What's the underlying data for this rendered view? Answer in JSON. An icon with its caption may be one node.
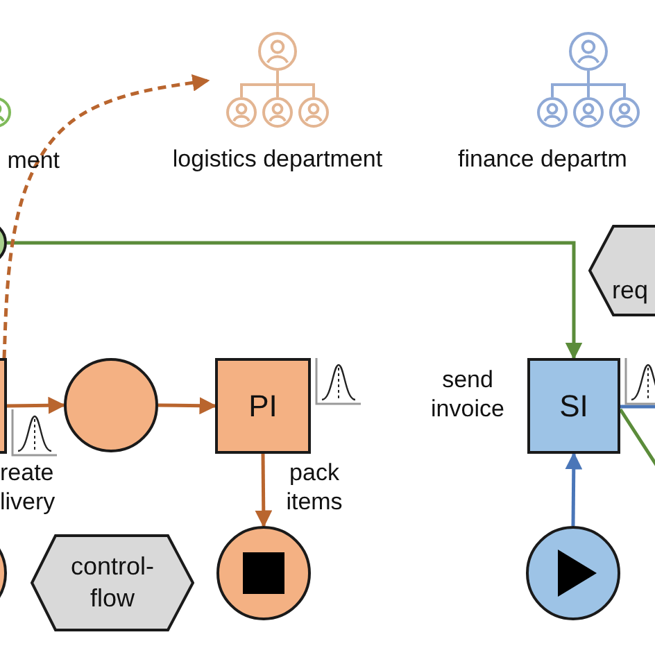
{
  "diagram": {
    "nodes": [
      {
        "text": [
          "ment"
        ]
      },
      {
        "text": [
          "logistics department"
        ]
      },
      {
        "text": [
          "finance departm"
        ]
      },
      {
        "text": [],
        "shape": "circle"
      },
      {
        "text": [
          "req"
        ]
      },
      {
        "text": [],
        "shape": "box",
        "beside": [
          "reate livery"
        ]
      },
      {
        "text": [],
        "shape": "circle"
      },
      {
        "text": [
          "PI"
        ],
        "beside": [
          "pack items"
        ]
      },
      {
        "text": [
          "SI"
        ],
        "beside": [
          "send invoice"
        ]
      },
      {
        "text": [],
        "shape": "circle"
      },
      {
        "text": [
          "control-flow"
        ]
      },
      {
        "text": [],
        "shape": "circle"
      },
      {
        "text": [],
        "shape": "circle"
      }
    ],
    "edges": [
      {
        "from": 3,
        "to": 8,
        "arrow": "to",
        "color": "#5b8c3a"
      },
      {
        "from": 5,
        "to": 1,
        "arrow": "to",
        "style": "dashed"
      },
      {
        "from": 5,
        "to": 6,
        "arrow": "to"
      },
      {
        "from": 6,
        "to": 7,
        "arrow": "to"
      },
      {
        "from": 7,
        "to": 11,
        "arrow": "to"
      },
      {
        "from": 12,
        "to": 8,
        "arrow": "to",
        "color": "#4a76b8"
      },
      {
        "from": 8,
        "to": null,
        "arrow": "none",
        "color": "#4a76b8"
      },
      {
        "from": 8,
        "to": null,
        "arrow": "none",
        "color": "#5b8c3a"
      }
    ]
  }
}
